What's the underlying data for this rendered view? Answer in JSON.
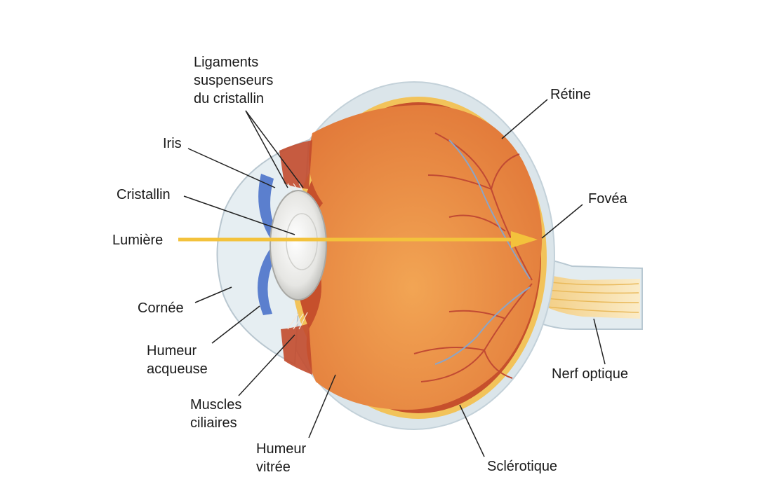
{
  "labels": {
    "ligaments": [
      "Ligaments",
      "suspenseurs",
      "du cristallin"
    ],
    "iris": "Iris",
    "cristallin": "Cristallin",
    "lumiere": "Lumière",
    "cornee": "Cornée",
    "humeur_acqueuse": [
      "Humeur",
      "acqueuse"
    ],
    "muscles_ciliaires": [
      "Muscles",
      "ciliaires"
    ],
    "humeur_vitree": [
      "Humeur",
      "vitrée"
    ],
    "retine": "Rétine",
    "fovea": "Fovéa",
    "nerf_optique": "Nerf optique",
    "sclerotique": "Sclérotique"
  },
  "colors": {
    "light_arrow": "#f3c23c",
    "vitreous": "#e27a3a",
    "vitreous_light": "#f2a554",
    "sclera_outer": "#dbe5ea",
    "retina_band": "#f2c35a",
    "choroid": "#c6502c",
    "iris_blue": "#5b7fce",
    "lens": "#e8e8e6",
    "nerve": "#f4d9a0",
    "vessel_red": "#c14a33",
    "vessel_blue": "#8aa5c8",
    "leader_line": "#222222"
  }
}
